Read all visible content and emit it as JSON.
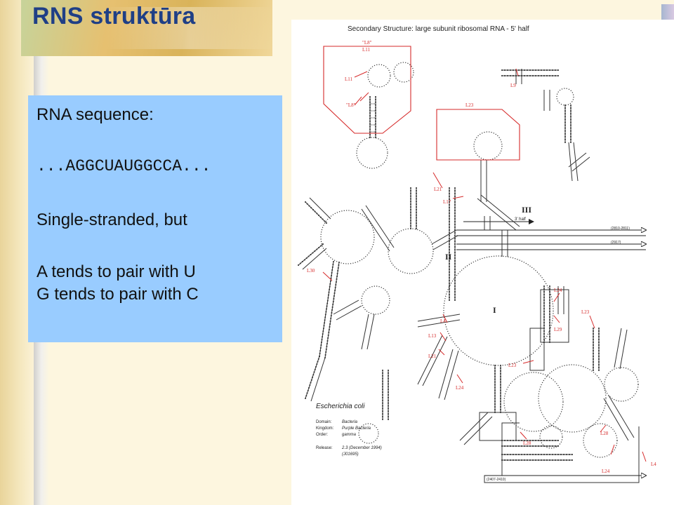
{
  "slide": {
    "title": "RNS struktūra"
  },
  "panel": {
    "line1": "RNA sequence:",
    "line2": "...AGGCUAUGGCCA...",
    "line3": "Single-stranded, but",
    "line4": "A tends to pair with U",
    "line5": "G tends to pair with C"
  },
  "diagram": {
    "heading": "Secondary Structure: large subunit ribosomal RNA - 5' half",
    "domains": [
      "I",
      "II",
      "III"
    ],
    "labels": {
      "l8_quoted": "\"L8\"",
      "l11": "L11",
      "l11_b": "L11",
      "l8_quoted_b": "\"L8\"",
      "l9": "L9",
      "l23_top": "L23",
      "l21": "L21",
      "l17": "L17",
      "l30": "L30",
      "l4": "L4",
      "l13": "L13",
      "l21_b": "L21",
      "l24_left": "L24",
      "l24_right": "L24",
      "l29": "L29",
      "l23_right": "L23",
      "l23_mid": "L23",
      "l28_left": "L28",
      "l28_right": "L28",
      "l24_bottom": "L24",
      "l4_right": "L4"
    },
    "arrows": {
      "three_half": "3' half",
      "range_a": "(2810-2811)",
      "range_b": "(2917)",
      "range_c": "(2407-2410)"
    },
    "info": {
      "organism": "Escherichia coli",
      "domain_key": "Domain:",
      "domain_val": "Bacteria",
      "kingdom_key": "Kingdom:",
      "kingdom_val": "Purple Bacteria",
      "order_key": "Order:",
      "order_val": "gamma",
      "release_key": "Release:",
      "release_val": "2.3 (December 1994)",
      "release_id": "(J01695)"
    },
    "colors": {
      "protein_label": "#d62a2a",
      "structure": "#222222"
    }
  }
}
